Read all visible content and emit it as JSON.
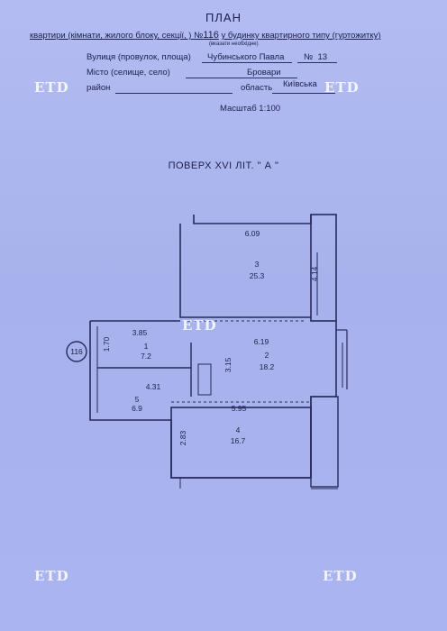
{
  "header": {
    "title": "ПЛАН",
    "line1_prefix": "квартири (кімнати, жилого блоку, секції, ) №",
    "apartment_no": "116",
    "line1_suffix": "у будинку квартирного типу (гуртожитку)",
    "note": "(вказати необхідне)",
    "street_label": "Вулиця (провулок, площа)",
    "street_value": "Чубинського Павла",
    "house_label": "№",
    "house_value": "13",
    "city_label": "Місто (селище, село)",
    "city_value": "Бровари",
    "district_label": "район",
    "region_label": "область",
    "region_value": "Київська",
    "scale": "Масштаб  1:100"
  },
  "floor_title": "ПОВЕРХ XVI ЛІТ. \" А \"",
  "plan": {
    "apartment_marker": "116",
    "dims": {
      "top": "6.09",
      "right_top": "4.14",
      "room1_top": "3.85",
      "left_side": "1.70",
      "mid": "6.19",
      "vertical": "3.15",
      "bottom_left": "4.31",
      "room4_top": "5.95",
      "room4_side": "2.83"
    },
    "rooms": [
      {
        "num": "3",
        "area": "25.3"
      },
      {
        "num": "1",
        "area": "7.2"
      },
      {
        "num": "2",
        "area": "18.2"
      },
      {
        "num": "5",
        "area": "6.9"
      },
      {
        "num": "4",
        "area": "16.7"
      }
    ]
  },
  "watermark": "ETD"
}
